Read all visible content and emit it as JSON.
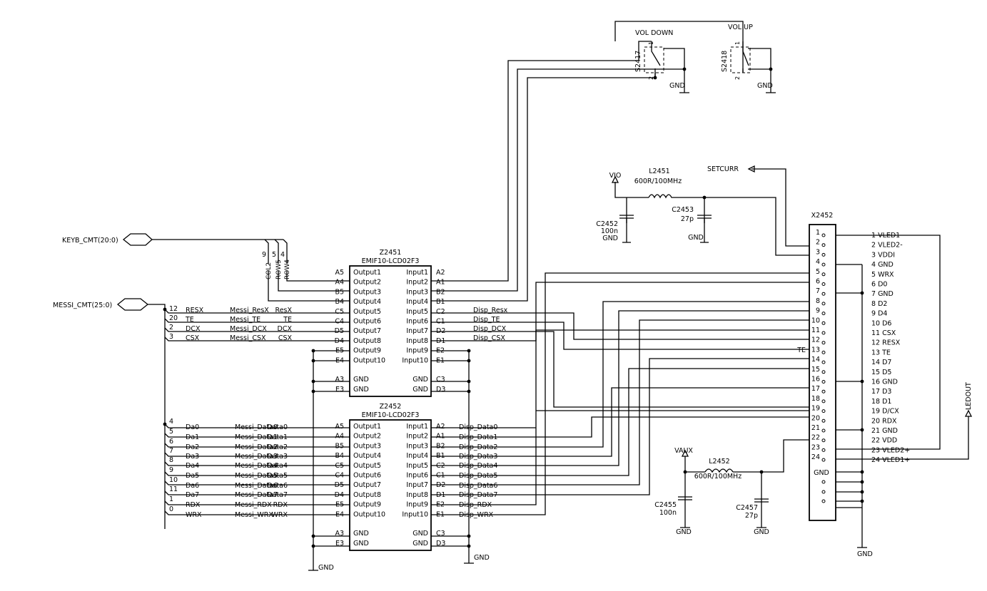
{
  "nets": {
    "keyb": "KEYB_CMT(20:0)",
    "messi": "MESSI_CMT(25:0)",
    "vio": "VIO",
    "vaux": "VAUX",
    "setcurr": "SETCURR",
    "ledout": "LEDOUT",
    "gnd": "GND",
    "te": "TE"
  },
  "keyb_taps": [
    {
      "num": "9",
      "name": "COL2"
    },
    {
      "num": "5",
      "name": "ROW5"
    },
    {
      "num": "4",
      "name": "ROW4"
    }
  ],
  "switches": [
    {
      "ref": "S2417",
      "title": "VOL DOWN",
      "p1": "1",
      "p2": "2"
    },
    {
      "ref": "S2418",
      "title": "VOL UP",
      "p1": "1",
      "p2": "2"
    }
  ],
  "inductors": [
    {
      "ref": "L2451",
      "value": "600R/100MHz"
    },
    {
      "ref": "L2452",
      "value": "600R/100MHz"
    }
  ],
  "caps": [
    {
      "ref": "C2452",
      "value": "100n"
    },
    {
      "ref": "C2453",
      "value": "27p"
    },
    {
      "ref": "C2455",
      "value": "100n"
    },
    {
      "ref": "C2457",
      "value": "27p"
    }
  ],
  "z2451": {
    "ref": "Z2451",
    "part": "EMIF10-LCD02F3",
    "rows": [
      [
        "A5",
        "Output1",
        "Input1",
        "A2"
      ],
      [
        "A4",
        "Output2",
        "Input2",
        "A1"
      ],
      [
        "B5",
        "Output3",
        "Input3",
        "B2"
      ],
      [
        "B4",
        "Output4",
        "Input4",
        "B1"
      ],
      [
        "C5",
        "Output5",
        "Input5",
        "C2"
      ],
      [
        "C4",
        "Output6",
        "Input6",
        "C1"
      ],
      [
        "D5",
        "Output7",
        "Input7",
        "D2"
      ],
      [
        "D4",
        "Output8",
        "Input8",
        "D1"
      ],
      [
        "E5",
        "Output9",
        "Input9",
        "E2"
      ],
      [
        "E4",
        "Output10",
        "Input10",
        "E1"
      ],
      [
        "A3",
        "GND",
        "GND",
        "C3"
      ],
      [
        "E3",
        "GND",
        "GND",
        "D3"
      ]
    ]
  },
  "z2452": {
    "ref": "Z2452",
    "part": "EMIF10-LCD02F3",
    "rows": [
      [
        "A5",
        "Output1",
        "Input1",
        "A2"
      ],
      [
        "A4",
        "Output2",
        "Input2",
        "A1"
      ],
      [
        "B5",
        "Output3",
        "Input3",
        "B2"
      ],
      [
        "B4",
        "Output4",
        "Input4",
        "B1"
      ],
      [
        "C5",
        "Output5",
        "Input5",
        "C2"
      ],
      [
        "C4",
        "Output6",
        "Input6",
        "C1"
      ],
      [
        "D5",
        "Output7",
        "Input7",
        "D2"
      ],
      [
        "D4",
        "Output8",
        "Input8",
        "D1"
      ],
      [
        "E5",
        "Output9",
        "Input9",
        "E2"
      ],
      [
        "E4",
        "Output10",
        "Input10",
        "E1"
      ],
      [
        "A3",
        "GND",
        "GND",
        "C3"
      ],
      [
        "E3",
        "GND",
        "GND",
        "D3"
      ]
    ]
  },
  "messi_ctrl": [
    {
      "num": "12",
      "sig": "RESX",
      "net": "Messi_ResX",
      "tag": "ResX",
      "disp": "Disp_Resx"
    },
    {
      "num": "20",
      "sig": "TE",
      "net": "Messi_TE",
      "tag": "TE",
      "disp": "Disp_TE"
    },
    {
      "num": "2",
      "sig": "DCX",
      "net": "Messi_DCX",
      "tag": "DCX",
      "disp": "Disp_DCX"
    },
    {
      "num": "3",
      "sig": "CSX",
      "net": "Messi_CSX",
      "tag": "CSX",
      "disp": "Disp_CSX"
    }
  ],
  "messi_data": [
    {
      "num": "4",
      "sig": "Da0",
      "net": "Messi_Data0",
      "tag": "Data0",
      "disp": "Disp_Data0"
    },
    {
      "num": "5",
      "sig": "Da1",
      "net": "Messi_Data1",
      "tag": "Data1",
      "disp": "Disp_Data1"
    },
    {
      "num": "6",
      "sig": "Da2",
      "net": "Messi_Data2",
      "tag": "Data2",
      "disp": "Disp_Data2"
    },
    {
      "num": "7",
      "sig": "Da3",
      "net": "Messi_Data3",
      "tag": "Data3",
      "disp": "Disp_Data3"
    },
    {
      "num": "8",
      "sig": "Da4",
      "net": "Messi_Data4",
      "tag": "Data4",
      "disp": "Disp_Data4"
    },
    {
      "num": "9",
      "sig": "Da5",
      "net": "Messi_Data5",
      "tag": "Data5",
      "disp": "Disp_Data5"
    },
    {
      "num": "10",
      "sig": "Da6",
      "net": "Messi_Data6",
      "tag": "Data6",
      "disp": "Disp_Data6"
    },
    {
      "num": "11",
      "sig": "Da7",
      "net": "Messi_Data7",
      "tag": "Data7",
      "disp": "Disp_Data7"
    },
    {
      "num": "1",
      "sig": "RDX",
      "net": "Messi_RDX",
      "tag": "RDX",
      "disp": "Disp_RDX"
    },
    {
      "num": "0",
      "sig": "WRX",
      "net": "Messi_WRX",
      "tag": "WRX",
      "disp": "Disp_WRX"
    }
  ],
  "connector": {
    "ref": "X2452",
    "gnd_label": "GND",
    "pins": [
      "1 VLED1-",
      "2 VLED2-",
      "3 VDDI",
      "4 GND",
      "5 WRX",
      "6 D0",
      "7 GND",
      "8 D2",
      "9 D4",
      "10 D6",
      "11 CSX",
      "12 RESX",
      "13 TE",
      "14 D7",
      "15 D5",
      "16 GND",
      "17 D3",
      "18 D1",
      "19 D/CX",
      "20 RDX",
      "21 GND",
      "22 VDD",
      "23 VLED2+",
      "24 VLED1+"
    ]
  }
}
